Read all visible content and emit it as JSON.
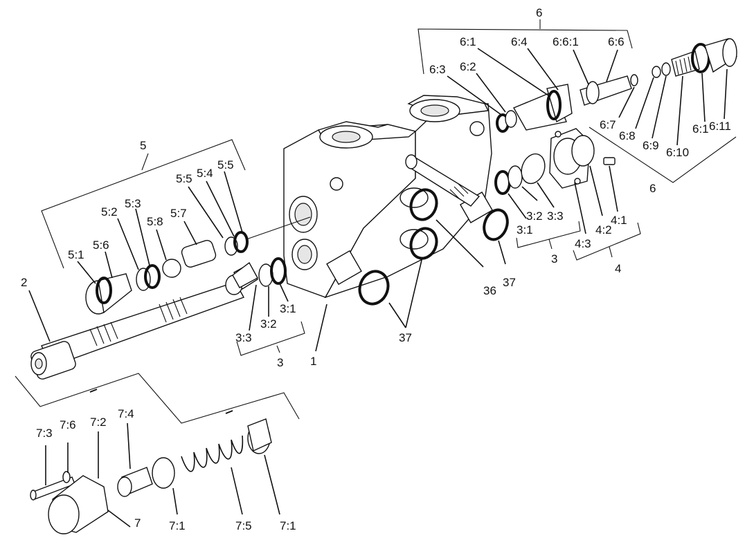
{
  "labels": {
    "g6_top": "6",
    "p6_1_top": "6:1",
    "p6_4": "6:4",
    "p6_6_1": "6:6:1",
    "p6_6": "6:6",
    "p6_3": "6:3",
    "p6_2": "6:2",
    "p6_7": "6:7",
    "p6_8": "6:8",
    "p6_9": "6:9",
    "p6_10": "6:10",
    "p6_1_right": "6:1",
    "p6_11": "6:11",
    "g6_bottom": "6",
    "g5": "5",
    "p5_5_a": "5:5",
    "p5_4": "5:4",
    "p5_5_b": "5:5",
    "p5_3": "5:3",
    "p5_2": "5:2",
    "p5_8": "5:8",
    "p5_7": "5:7",
    "p5_1": "5:1",
    "p5_6": "5:6",
    "p2": "2",
    "p3_1_left": "3:1",
    "p3_2_left": "3:2",
    "p3_3_left": "3:3",
    "g3_left": "3",
    "p1": "1",
    "p37_bottom": "37",
    "p36": "36",
    "p37_right": "37",
    "p3_2_right": "3:2",
    "p3_3_right": "3:3",
    "p3_1_right": "3:1",
    "g3_right": "3",
    "p4_1": "4:1",
    "p4_2": "4:2",
    "p4_3": "4:3",
    "g4": "4",
    "p7_3": "7:3",
    "p7_6": "7:6",
    "p7_2": "7:2",
    "p7_4": "7:4",
    "g7": "7",
    "p7_1_left": "7:1",
    "p7_5": "7:5",
    "p7_1_right": "7:1"
  }
}
